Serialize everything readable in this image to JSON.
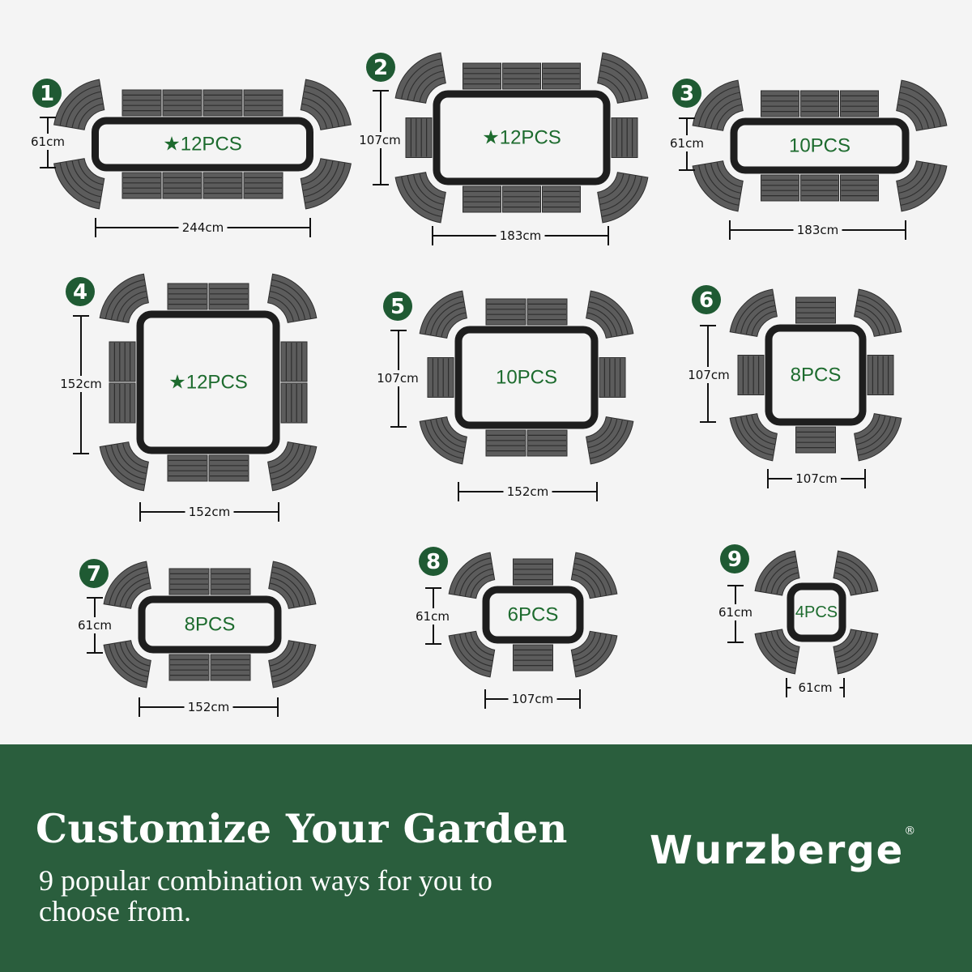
{
  "colors": {
    "background": "#f4f4f4",
    "tile": "#5c5c5c",
    "tile_stroke": "#2e2e2e",
    "frame": "#1e1e1e",
    "badge": "#1f5a33",
    "label_green": "#1d6b2e",
    "footer": "#2a5e3d"
  },
  "layouts": [
    {
      "number": "1",
      "pieces": "★12PCS",
      "width_label": "244cm",
      "height_label": "61cm"
    },
    {
      "number": "2",
      "pieces": "★12PCS",
      "width_label": "183cm",
      "height_label": "107cm"
    },
    {
      "number": "3",
      "pieces": "10PCS",
      "width_label": "183cm",
      "height_label": "61cm"
    },
    {
      "number": "4",
      "pieces": "★12PCS",
      "width_label": "152cm",
      "height_label": "152cm"
    },
    {
      "number": "5",
      "pieces": "10PCS",
      "width_label": "152cm",
      "height_label": "107cm"
    },
    {
      "number": "6",
      "pieces": "8PCS",
      "width_label": "107cm",
      "height_label": "107cm"
    },
    {
      "number": "7",
      "pieces": "8PCS",
      "width_label": "152cm",
      "height_label": "61cm"
    },
    {
      "number": "8",
      "pieces": "6PCS",
      "width_label": "107cm",
      "height_label": "61cm"
    },
    {
      "number": "9",
      "pieces": "4PCS",
      "width_label": "61cm",
      "height_label": "61cm"
    }
  ],
  "footer": {
    "headline": "Customize Your Garden",
    "subline": "9 popular combination ways for you to choose from.",
    "brand": "Wurzberge",
    "registered": "®"
  }
}
